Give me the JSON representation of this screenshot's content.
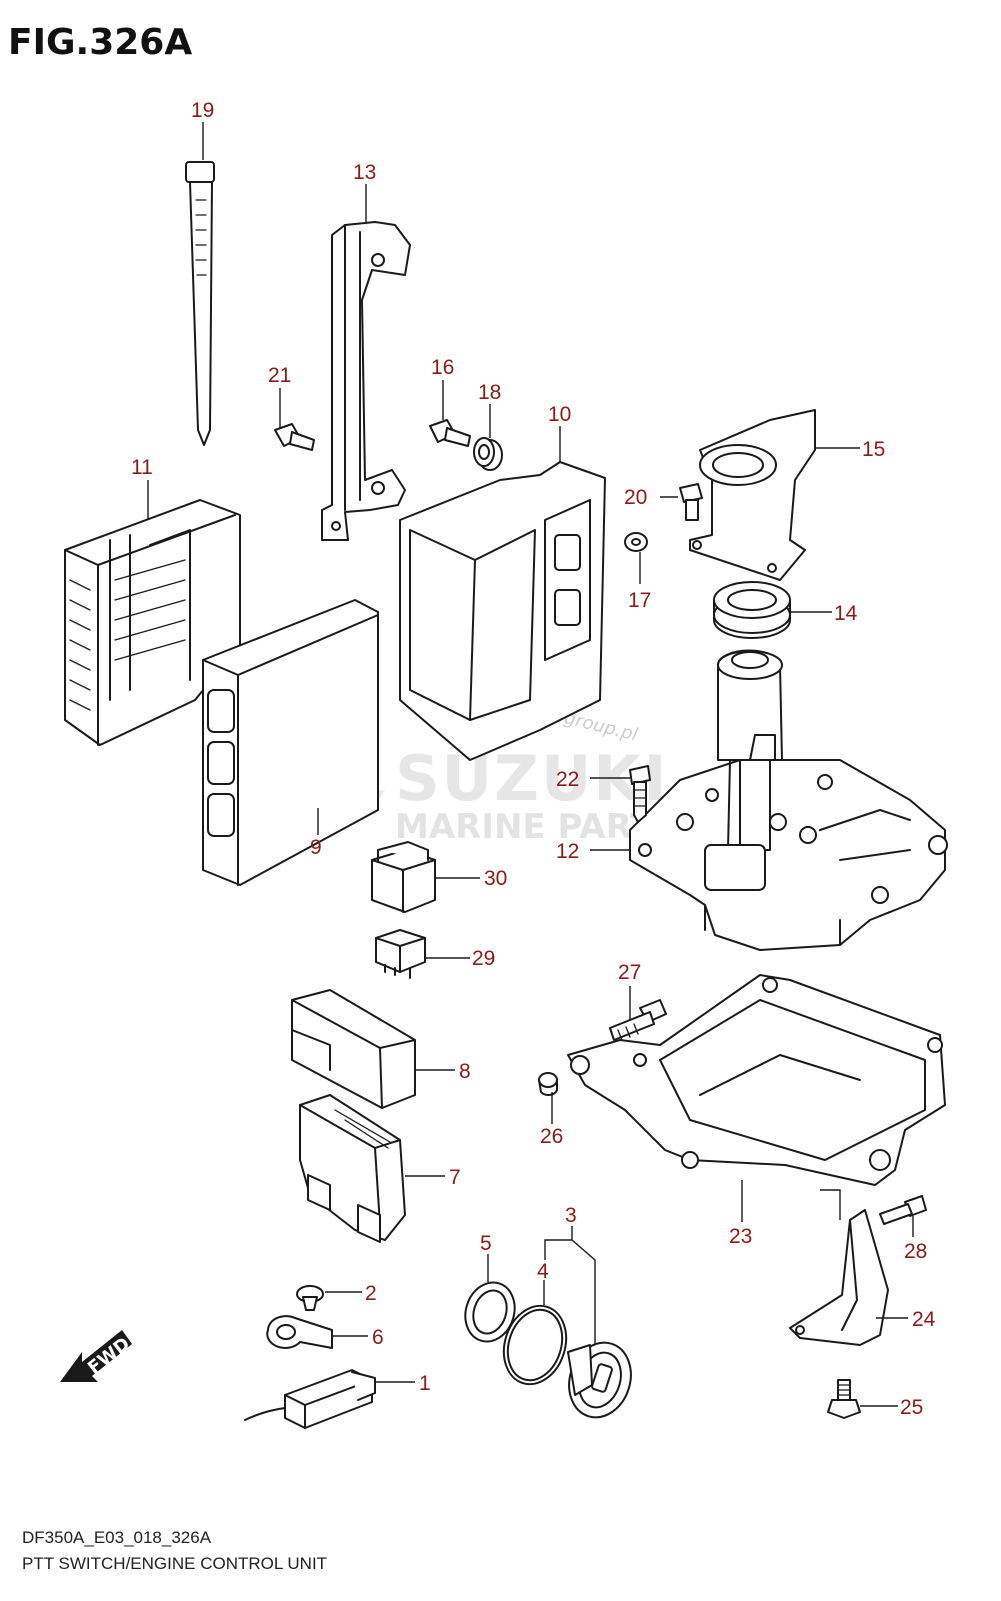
{
  "figure": {
    "title": "FIG.326A",
    "code": "DF350A_E03_018_326A",
    "caption": "PTT SWITCH/ENGINE CONTROL UNIT"
  },
  "watermark": {
    "brand": "SUZUKI",
    "sub": "MARINE PARTS",
    "site": "Motogroup.pl"
  },
  "fwd_label": "FWD",
  "callouts": {
    "c1": "1",
    "c2": "2",
    "c3": "3",
    "c4": "4",
    "c5": "5",
    "c6": "6",
    "c7": "7",
    "c8": "8",
    "c9": "9",
    "c10": "10",
    "c11": "11",
    "c12": "12",
    "c13": "13",
    "c14": "14",
    "c15": "15",
    "c16": "16",
    "c17": "17",
    "c18": "18",
    "c19": "19",
    "c20": "20",
    "c21": "21",
    "c22": "22",
    "c23": "23",
    "c24": "24",
    "c25": "25",
    "c26": "26",
    "c27": "27",
    "c28": "28",
    "c29": "29",
    "c30": "30"
  },
  "colors": {
    "callout": "#8b1a1a",
    "line": "#1a1a1a"
  }
}
